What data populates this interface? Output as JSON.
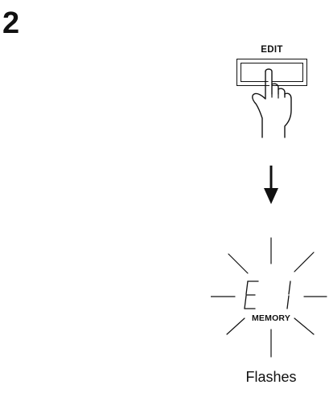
{
  "step": {
    "number": "2"
  },
  "button": {
    "label": "EDIT",
    "icon": "hand-pressing-icon"
  },
  "arrow": {
    "icon": "arrow-down-icon"
  },
  "display": {
    "digits": "E 1",
    "indicator_label": "MEMORY",
    "state_icon": "flashing-rays-icon"
  },
  "caption": "Flashes"
}
